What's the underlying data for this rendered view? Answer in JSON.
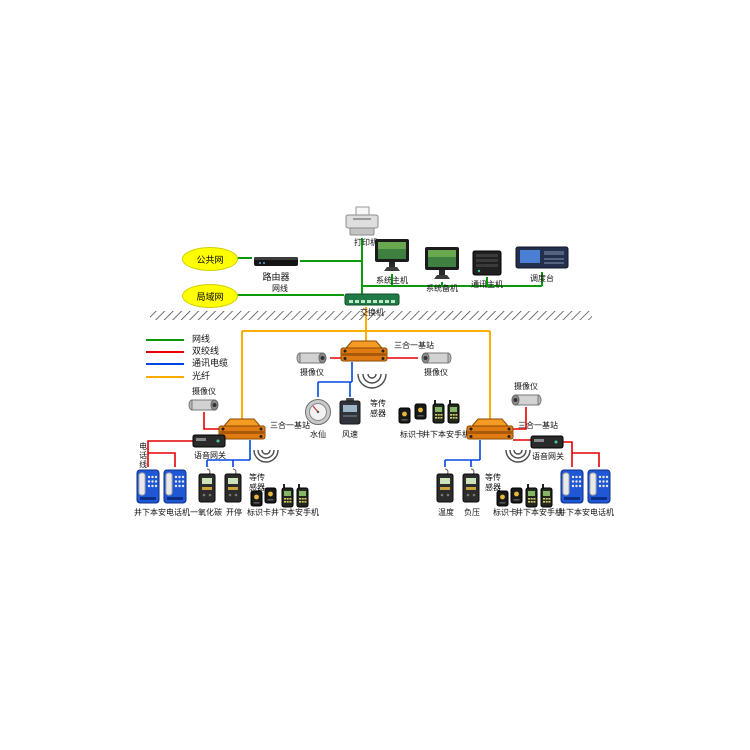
{
  "diagram": {
    "type": "mine-communication-network-topology",
    "colors": {
      "network_cable": "#0a9a0a",
      "twisted_pair": "#e60000",
      "comm_cable": "#0048e0",
      "fiber": "#ffac00",
      "node_fill": "#ffff00"
    },
    "legend": [
      {
        "label": "网线",
        "color": "#0a9a0a"
      },
      {
        "label": "双绞线",
        "color": "#e60000"
      },
      {
        "label": "通讯电缆",
        "color": "#0048e0"
      },
      {
        "label": "光纤",
        "color": "#ffac00"
      }
    ],
    "surface": {
      "printer": "打印机",
      "public_network": "公共网",
      "router": "路由器",
      "system_host": "系统主机",
      "system_backup": "系统备机",
      "comm_host": "通讯主机",
      "dispatch_console": "调度台",
      "lan": "局域网",
      "network_cable": "网线",
      "switch": "交换机"
    },
    "center": {
      "base_station": "三合一基站",
      "camera": "摄像仪",
      "water_gauge": "水仙",
      "wind_speed": "风速",
      "sensors_etc": "等传感器",
      "id_card": "标识卡",
      "handset": "井下本安手机"
    },
    "left": {
      "camera": "摄像仪",
      "base_station": "三合一基站",
      "voice_gateway": "语音网关",
      "phone_line": "电话线",
      "mine_phone": "井下本安电话机",
      "co_sensor": "一氧化碳",
      "run_stop_sensor": "开停",
      "sensors_etc": "等传感器",
      "id_card": "标识卡",
      "handset": "井下本安手机"
    },
    "right": {
      "camera": "摄像仪",
      "base_station": "三合一基站",
      "voice_gateway": "语音网关",
      "temperature_sensor": "温度",
      "pressure_sensor": "负压",
      "sensors_etc": "等传感器",
      "id_card": "标识卡",
      "handset": "井下本安手机",
      "mine_phone": "井下本安电话机"
    }
  }
}
